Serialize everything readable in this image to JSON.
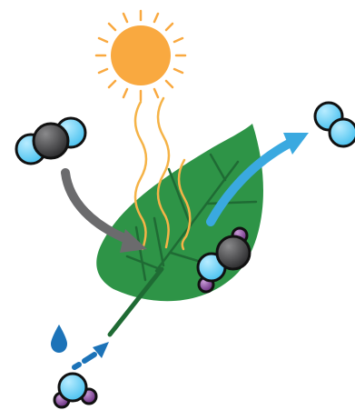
{
  "colors": {
    "sun": "#f9a940",
    "light_rays": "#f5b347",
    "leaf": "#2e9447",
    "leaf_veins": "#1f6b34",
    "carbon": "#3b3b3d",
    "oxygen": "#4dc3f0",
    "hydrogen": "#7a3f8f",
    "co2_arrow": "#6b6b6d",
    "o2_arrow": "#3aa9e0",
    "water_arrow": "#1c73b8",
    "water_drop": "#1c73b8",
    "outline": "#111111"
  },
  "elements": [
    {
      "name": "sun",
      "icon": "sun-icon"
    },
    {
      "name": "light-rays",
      "icon": "wavy-lines-icon"
    },
    {
      "name": "leaf",
      "icon": "leaf-icon"
    },
    {
      "name": "carbon-dioxide-molecule",
      "icon": "co2-molecule-icon"
    },
    {
      "name": "carbon-dioxide-arrow",
      "icon": "arrow-icon"
    },
    {
      "name": "oxygen-molecule",
      "icon": "o2-molecule-icon"
    },
    {
      "name": "oxygen-arrow",
      "icon": "arrow-icon"
    },
    {
      "name": "water-drop",
      "icon": "drop-icon"
    },
    {
      "name": "water-molecule",
      "icon": "h2o-molecule-icon"
    },
    {
      "name": "water-arrow",
      "icon": "arrow-icon"
    },
    {
      "name": "glucose-molecule",
      "icon": "molecule-icon"
    }
  ]
}
